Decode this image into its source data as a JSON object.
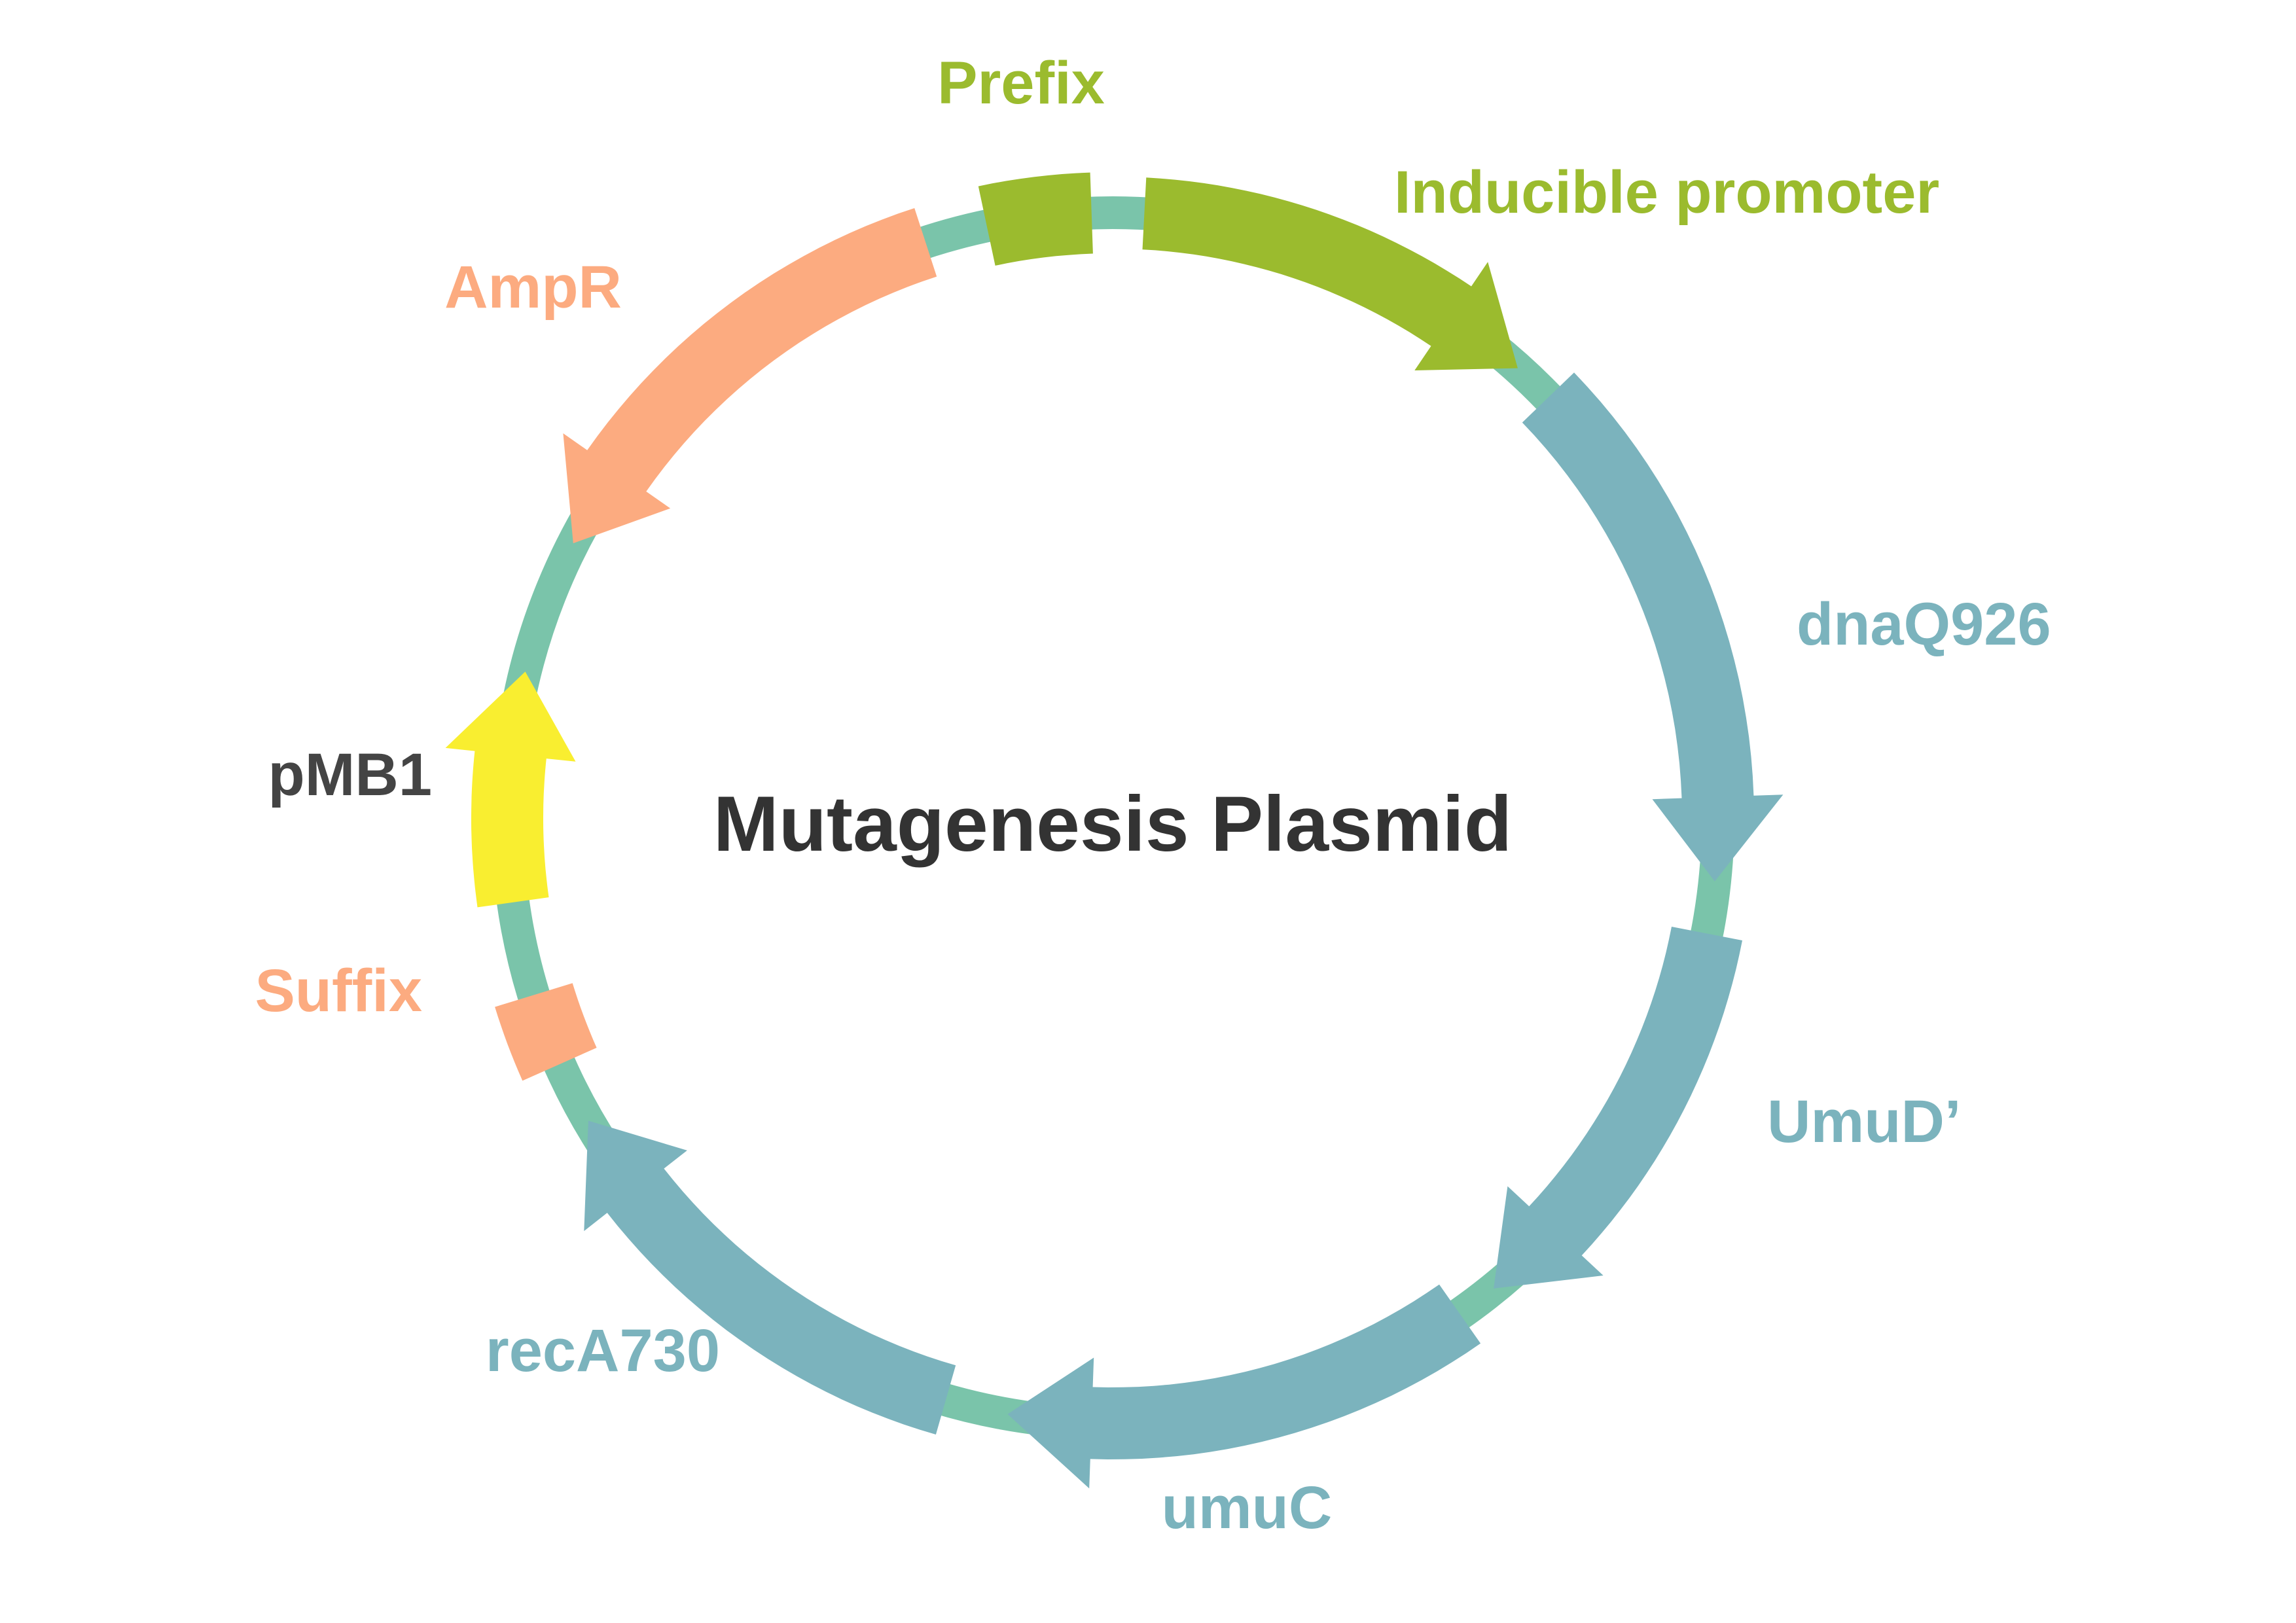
{
  "title": "Mutagenesis Plasmid",
  "colors": {
    "backbone": "#7ac4aa",
    "green": "#9bbb2e",
    "salmon": "#fcab80",
    "teal": "#7bb3bd",
    "yellow": "#f9ee30",
    "dark": "#444444"
  },
  "features": [
    {
      "id": "prefix",
      "label": "Prefix",
      "kind": "box",
      "color": "#9bbb2e"
    },
    {
      "id": "inducible-promoter",
      "label": "Inducible promoter",
      "kind": "arrow",
      "direction": "clockwise",
      "color": "#9bbb2e"
    },
    {
      "id": "dnaq926",
      "label": "dnaQ926",
      "kind": "arrow",
      "direction": "clockwise",
      "color": "#7bb3bd"
    },
    {
      "id": "umud",
      "label": "UmuD’",
      "kind": "arrow",
      "direction": "clockwise",
      "color": "#7bb3bd"
    },
    {
      "id": "umuc",
      "label": "umuC",
      "kind": "arrow",
      "direction": "clockwise",
      "color": "#7bb3bd"
    },
    {
      "id": "reca730",
      "label": "recA730",
      "kind": "arrow",
      "direction": "clockwise",
      "color": "#7bb3bd"
    },
    {
      "id": "suffix",
      "label": "Suffix",
      "kind": "box",
      "color": "#fcab80"
    },
    {
      "id": "pmb1",
      "label": "pMB1",
      "kind": "arrow",
      "direction": "clockwise",
      "color": "#f9ee30",
      "label_color": "#444444"
    },
    {
      "id": "ampr",
      "label": "AmpR",
      "kind": "arrow",
      "direction": "counterclockwise",
      "color": "#fcab80"
    }
  ]
}
